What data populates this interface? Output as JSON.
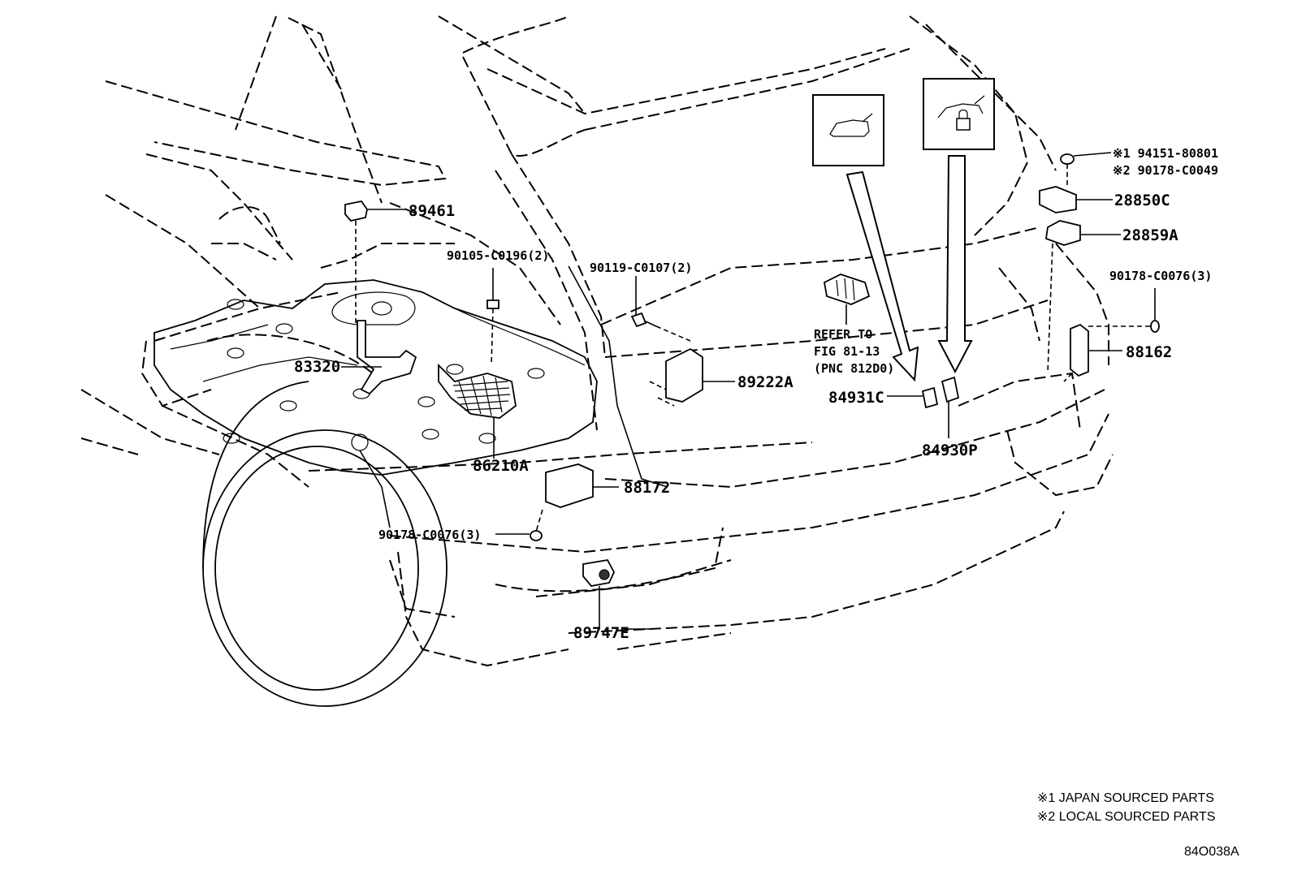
{
  "parts": {
    "p89461": "89461",
    "p90105": "90105-C0196(2)",
    "p90119": "90119-C0107(2)",
    "p83320": "83320",
    "p86210A": "86210A",
    "p88172": "88172",
    "p90178a": "90178-C0076(3)",
    "p89747E": "89747E",
    "p89222A": "89222A",
    "refer1": "REFER TO",
    "refer2": "FIG 81-13",
    "refer3": "(PNC 812D0)",
    "p84931C": "84931C",
    "p84930P": "84930P",
    "s1_part": "※1 94151-80801",
    "s2_part": "※2 90178-C0049",
    "p28850C": "28850C",
    "p28859A": "28859A",
    "p90178b": "90178-C0076(3)",
    "p88162": "88162"
  },
  "notes": {
    "note1": "※1 JAPAN SOURCED PARTS",
    "note2": "※2 LOCAL SOURCED PARTS",
    "figure_code": "84O038A"
  },
  "icons": [
    "vehicle-rear-icon",
    "vehicle-rear-lock-icon"
  ]
}
